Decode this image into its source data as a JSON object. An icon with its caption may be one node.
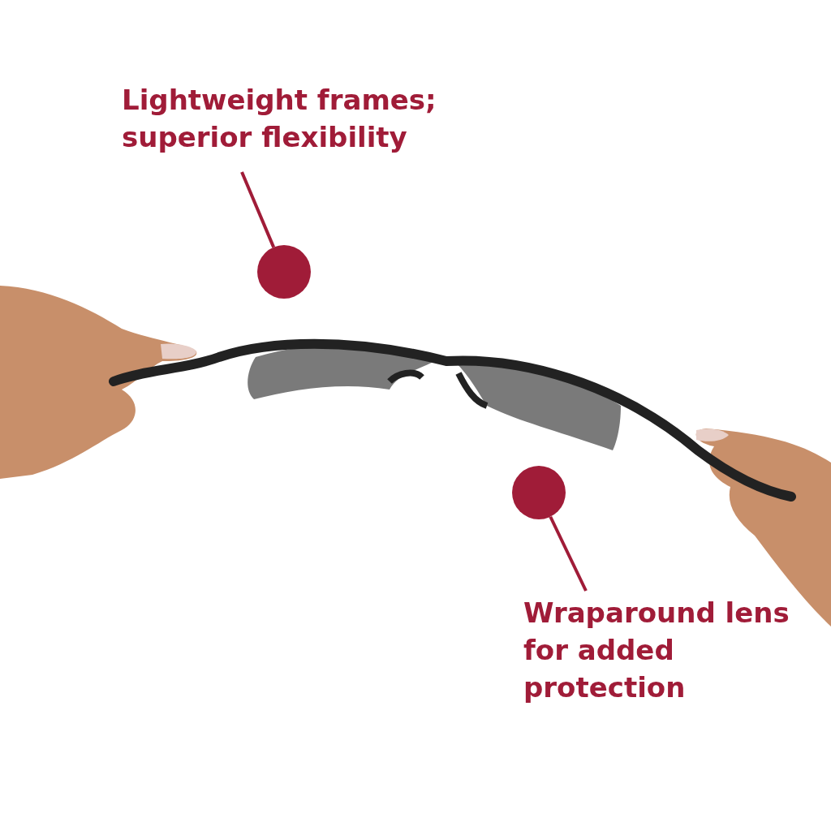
{
  "diagram": {
    "nodes": [
      {
        "text": [
          "Lightweight frames; superior flexibility"
        ]
      },
      {
        "text": [],
        "shape": "circle"
      },
      {
        "text": [],
        "shape": "circle"
      },
      {
        "text": [
          "Wraparound lens for added protection"
        ]
      }
    ],
    "edges": [
      {
        "from": 0,
        "to": 1,
        "arrow": "none"
      },
      {
        "from": 3,
        "to": 2,
        "arrow": "none"
      }
    ]
  }
}
